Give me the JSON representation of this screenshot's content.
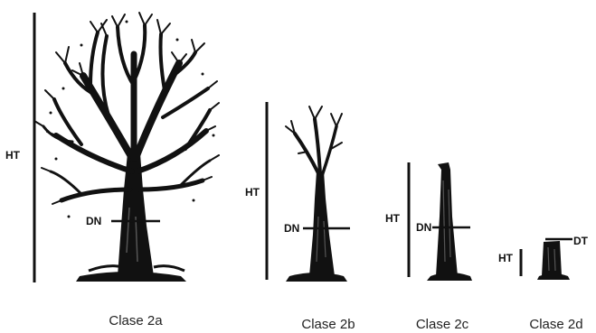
{
  "colors": {
    "ink": "#111111",
    "bark": "#0d0d0d",
    "background": "#ffffff"
  },
  "trees": [
    {
      "id": "2a",
      "class_label": "Clase 2a",
      "height_label": "HT",
      "diameter_label": "DN"
    },
    {
      "id": "2b",
      "class_label": "Clase 2b",
      "height_label": "HT",
      "diameter_label": "DN"
    },
    {
      "id": "2c",
      "class_label": "Clase 2c",
      "height_label": "HT",
      "diameter_label": "DN"
    },
    {
      "id": "2d",
      "class_label": "Clase 2d",
      "height_label": "HT",
      "diameter_label": "DT"
    }
  ]
}
